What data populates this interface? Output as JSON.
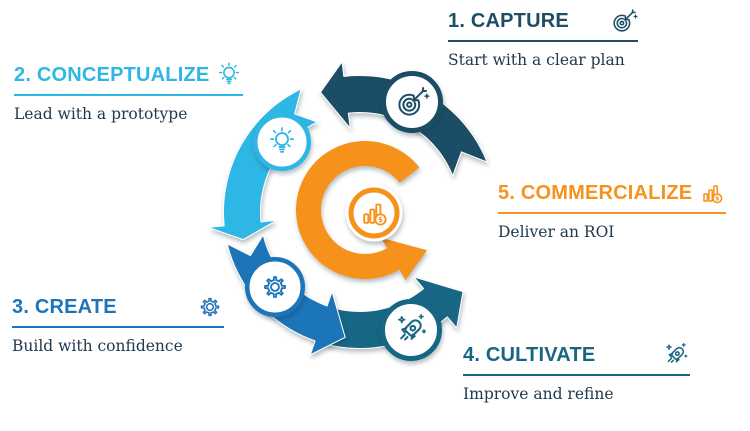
{
  "steps": [
    {
      "name": "capture",
      "label": "1. CAPTURE",
      "description": "Start with a clear plan",
      "color": "#1d4e66",
      "icon": "target-icon"
    },
    {
      "name": "conceptualize",
      "label": "2. CONCEPTUALIZE",
      "description": "Lead with a prototype",
      "color": "#2eb6e4",
      "icon": "lightbulb-icon"
    },
    {
      "name": "create",
      "label": "3. CREATE",
      "description": "Build with confidence",
      "color": "#1f74b9",
      "icon": "gear-icon"
    },
    {
      "name": "cultivate",
      "label": "4. CULTIVATE",
      "description": "Improve and refine",
      "color": "#176684",
      "icon": "rocket-icon"
    },
    {
      "name": "commercialize",
      "label": "5. COMMERCIALIZE",
      "description": "Deliver an ROI",
      "color": "#f6921e",
      "icon": "chart-coin-icon"
    }
  ],
  "hub": {
    "name": "commercialize-hub",
    "icon": "chart-coin-icon",
    "color": "#f6921e"
  },
  "text_color": "#20394e",
  "background": "#ffffff"
}
